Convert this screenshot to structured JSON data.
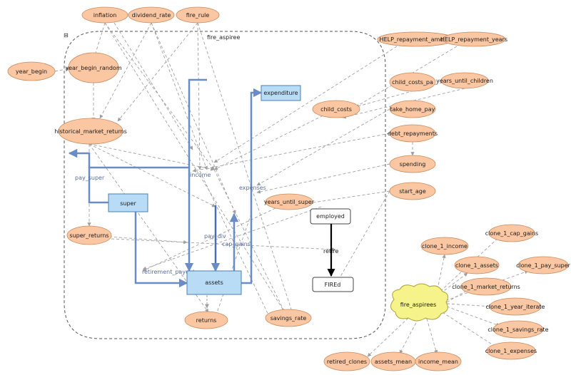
{
  "diagram": {
    "frame_label": "fire_aspiree",
    "frame_marker": "⊟",
    "aux_fill": "#fbc7a3",
    "aux_stroke": "#c98a5c",
    "stock_fill": "#b8dcf5",
    "stock_stroke": "#4a7fb0",
    "cloud_fill": "#f5f38a",
    "flow_color": "#6a8cc6",
    "dashed_color": "#a0a0a0",
    "auxiliaries": [
      {
        "id": "inflation",
        "label": "inflation"
      },
      {
        "id": "dividend_rate",
        "label": "dividend_rate"
      },
      {
        "id": "fire_rule",
        "label": "fire_rule"
      },
      {
        "id": "year_begin",
        "label": "year_begin"
      },
      {
        "id": "year_begin_random",
        "label": "year_begin_random"
      },
      {
        "id": "historical_market_returns",
        "label": "historical_market_returns"
      },
      {
        "id": "super_returns",
        "label": "super_returns"
      },
      {
        "id": "returns",
        "label": "returns"
      },
      {
        "id": "savings_rate",
        "label": "savings_rate"
      },
      {
        "id": "years_until_super",
        "label": "years_until_super"
      },
      {
        "id": "help_amount",
        "label": "HELP_repayment_amount"
      },
      {
        "id": "help_years",
        "label": "HELP_repayment_years"
      },
      {
        "id": "child_costs_pa",
        "label": "child_costs_pa"
      },
      {
        "id": "years_until_children",
        "label": "years_until_children"
      },
      {
        "id": "child_costs",
        "label": "child_costs"
      },
      {
        "id": "take_home_pay",
        "label": "take_home_pay"
      },
      {
        "id": "debt_repayments",
        "label": "debt_repayments"
      },
      {
        "id": "spending",
        "label": "spending"
      },
      {
        "id": "start_age",
        "label": "start_age"
      },
      {
        "id": "clone_income",
        "label": "clone_1_income"
      },
      {
        "id": "clone_cap_gains",
        "label": "clone_1_cap_gains"
      },
      {
        "id": "clone_assets",
        "label": "clone_1_assets"
      },
      {
        "id": "clone_pay_super",
        "label": "clone_1_pay_super"
      },
      {
        "id": "clone_market_returns",
        "label": "clone_1_market_returns"
      },
      {
        "id": "clone_year_iterate",
        "label": "clone_1_year_iterate"
      },
      {
        "id": "clone_savings_rate",
        "label": "clone_1_savings_rate"
      },
      {
        "id": "clone_expenses",
        "label": "clone_1_expenses"
      },
      {
        "id": "retired_clones",
        "label": "retired_clones"
      },
      {
        "id": "assets_mean",
        "label": "assets_mean"
      },
      {
        "id": "income_mean",
        "label": "income_mean"
      }
    ],
    "stocks": [
      {
        "id": "super",
        "label": "super"
      },
      {
        "id": "assets",
        "label": "assets"
      },
      {
        "id": "expenditure",
        "label": "expenditure"
      }
    ],
    "states": [
      {
        "id": "employed",
        "label": "employed"
      },
      {
        "id": "fired",
        "label": "FIREd"
      }
    ],
    "transition_label": "retire",
    "cloud": {
      "id": "fire_aspirees",
      "label": "fire_aspirees"
    },
    "flows": [
      {
        "id": "pay_super",
        "label": "pay_super"
      },
      {
        "id": "income",
        "label": "income"
      },
      {
        "id": "expenses",
        "label": "expenses"
      },
      {
        "id": "pay_div",
        "label": "pay_div"
      },
      {
        "id": "cap_gains",
        "label": "cap_gains"
      },
      {
        "id": "retirement_payout",
        "label": "retirement_payout"
      }
    ]
  }
}
